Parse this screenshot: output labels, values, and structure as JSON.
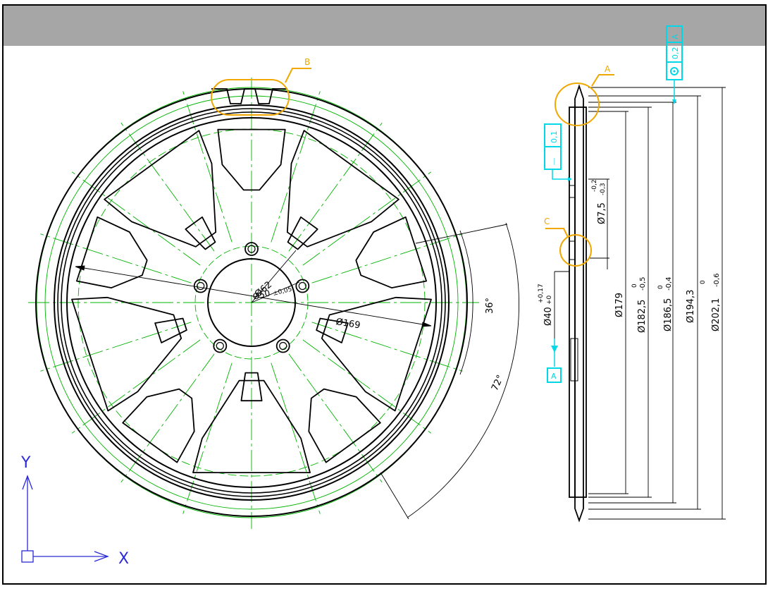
{
  "colors": {
    "background": "#ffffff",
    "titlebar": "#a6a6a6",
    "geometry": "#000000",
    "centerline": "#00b400",
    "callout": "#f0a800",
    "tolerance": "#00d8e8",
    "ucs": "#2a2ad8"
  },
  "callouts": {
    "a": "A",
    "b": "B",
    "c": "C"
  },
  "front_view": {
    "dim_d62": "Ø62",
    "dim_d50": "Ø50",
    "dim_d50_tol": "±0,05",
    "dim_d169": "Ø169",
    "ang_36": "36°",
    "ang_72": "72°"
  },
  "side_view": {
    "gdt_flatness_symbol": "⏤",
    "gdt_flatness_value": "0,1",
    "gdt_position_value": "0,2",
    "gdt_position_datum": "A",
    "datum_label": "A",
    "dim_hole": "Ø7,5",
    "dim_hole_tol_upper": "-0,2",
    "dim_hole_tol_lower": "-0,3",
    "dim_bore": "Ø40",
    "dim_bore_tol_upper": "+0,17",
    "dim_bore_tol_lower": "+0",
    "dim_179": "Ø179",
    "dim_182": "Ø182,5",
    "dim_182_tol_upper": "0",
    "dim_182_tol_lower": "-0,5",
    "dim_186": "Ø186,5",
    "dim_186_tol_upper": "0",
    "dim_186_tol_lower": "-0,4",
    "dim_194": "Ø194,3",
    "dim_202": "Ø202,1",
    "dim_202_tol_upper": "0",
    "dim_202_tol_lower": "-0,6"
  },
  "ucs": {
    "x_label": "X",
    "y_label": "Y"
  }
}
